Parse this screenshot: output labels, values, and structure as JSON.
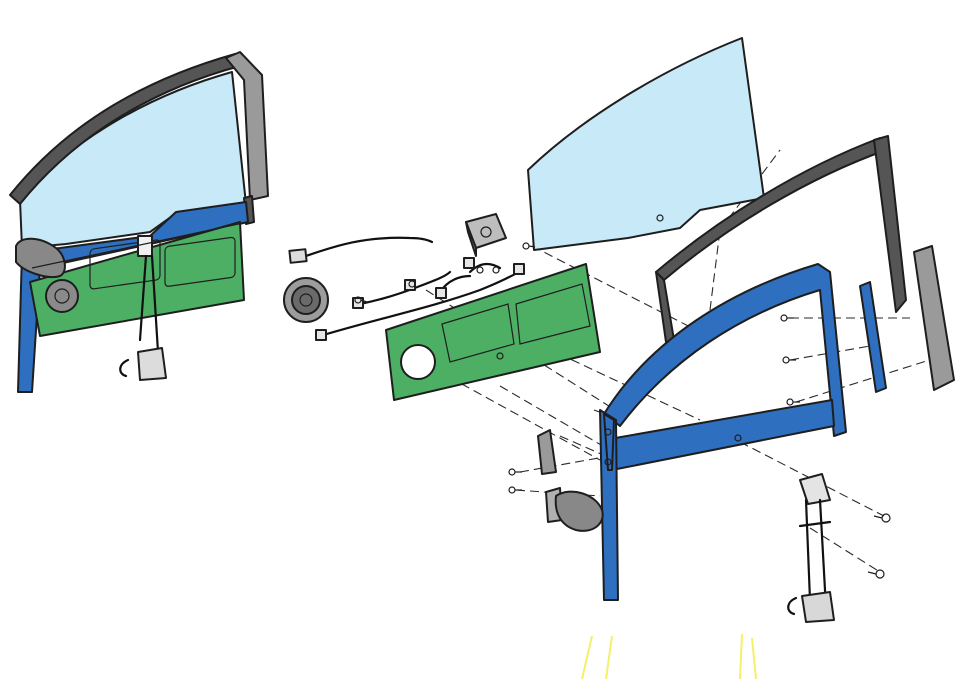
{
  "colors": {
    "glass": "#c8e9f7",
    "frame": "#2f6fbf",
    "panel": "#4daf64",
    "seal_dark": "#555555",
    "seal_light": "#9a9a9a",
    "mirror": "#888888",
    "hardware": "#d0d0d0",
    "stroke": "#1e1e1e",
    "accent_yellow": "#f4f06a"
  },
  "parts": [
    "door-assembly-installed",
    "door-glass",
    "upper-window-frame-seal",
    "inner-door-frame",
    "door-trim-panel",
    "wiring-harness",
    "door-speaker",
    "control-module",
    "side-mirror",
    "window-regulator",
    "front-seal-strip",
    "rear-seal-strip",
    "mirror-gasket",
    "screws"
  ]
}
